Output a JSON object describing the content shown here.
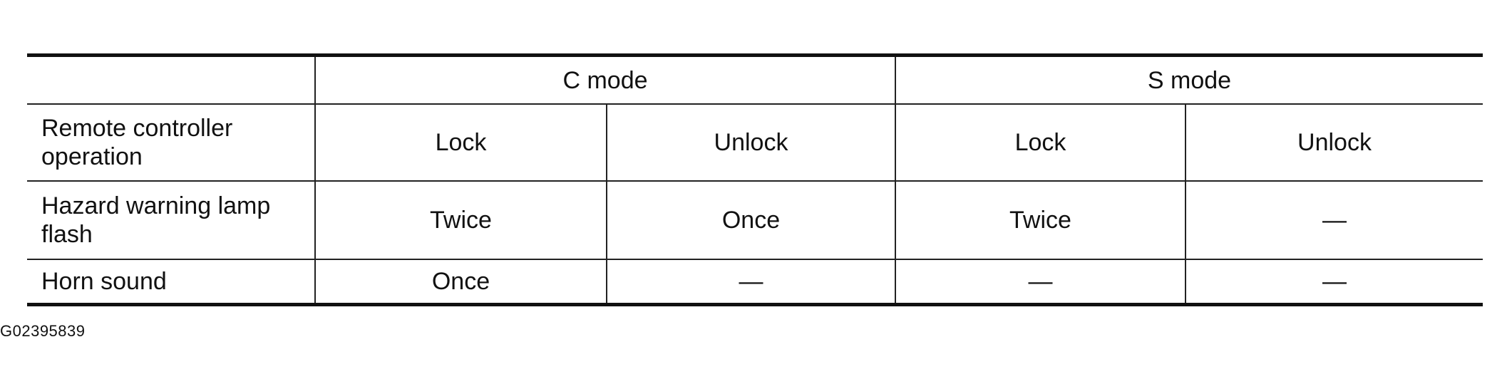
{
  "header": {
    "blank": "",
    "c_mode": "C mode",
    "s_mode": "S mode"
  },
  "rows": [
    {
      "label": "Remote controller operation",
      "c_lock": "Lock",
      "c_unlock": "Unlock",
      "s_lock": "Lock",
      "s_unlock": "Unlock"
    },
    {
      "label": "Hazard warning lamp flash",
      "c_lock": "Twice",
      "c_unlock": "Once",
      "s_lock": "Twice",
      "s_unlock": "—"
    },
    {
      "label": "Horn sound",
      "c_lock": "Once",
      "c_unlock": "—",
      "s_lock": "—",
      "s_unlock": "—"
    }
  ],
  "figure_id": "G02395839"
}
